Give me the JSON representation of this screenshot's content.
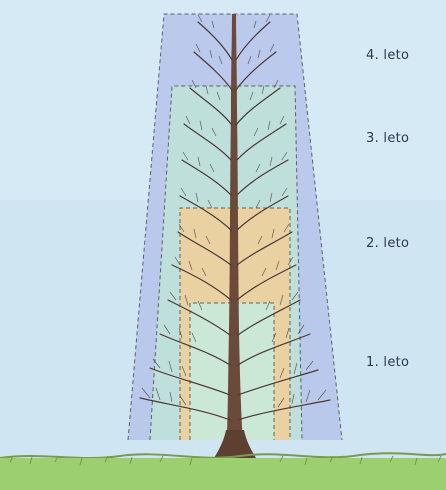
{
  "diagram": {
    "year_labels": [
      "4. leto",
      "3. leto",
      "2. leto",
      "1. leto"
    ],
    "colors": {
      "sky": "#cfe6f2",
      "year4_zone": "#b5c3ea",
      "year3_zone": "#bfe3d8",
      "year2_zone": "#f0cf98",
      "year1_zone": "#c8e9dc",
      "trunk": "#6b4a3a",
      "branch": "#4a3a36",
      "grass": "#9ccf70",
      "ground": "#7a9a4a"
    }
  }
}
